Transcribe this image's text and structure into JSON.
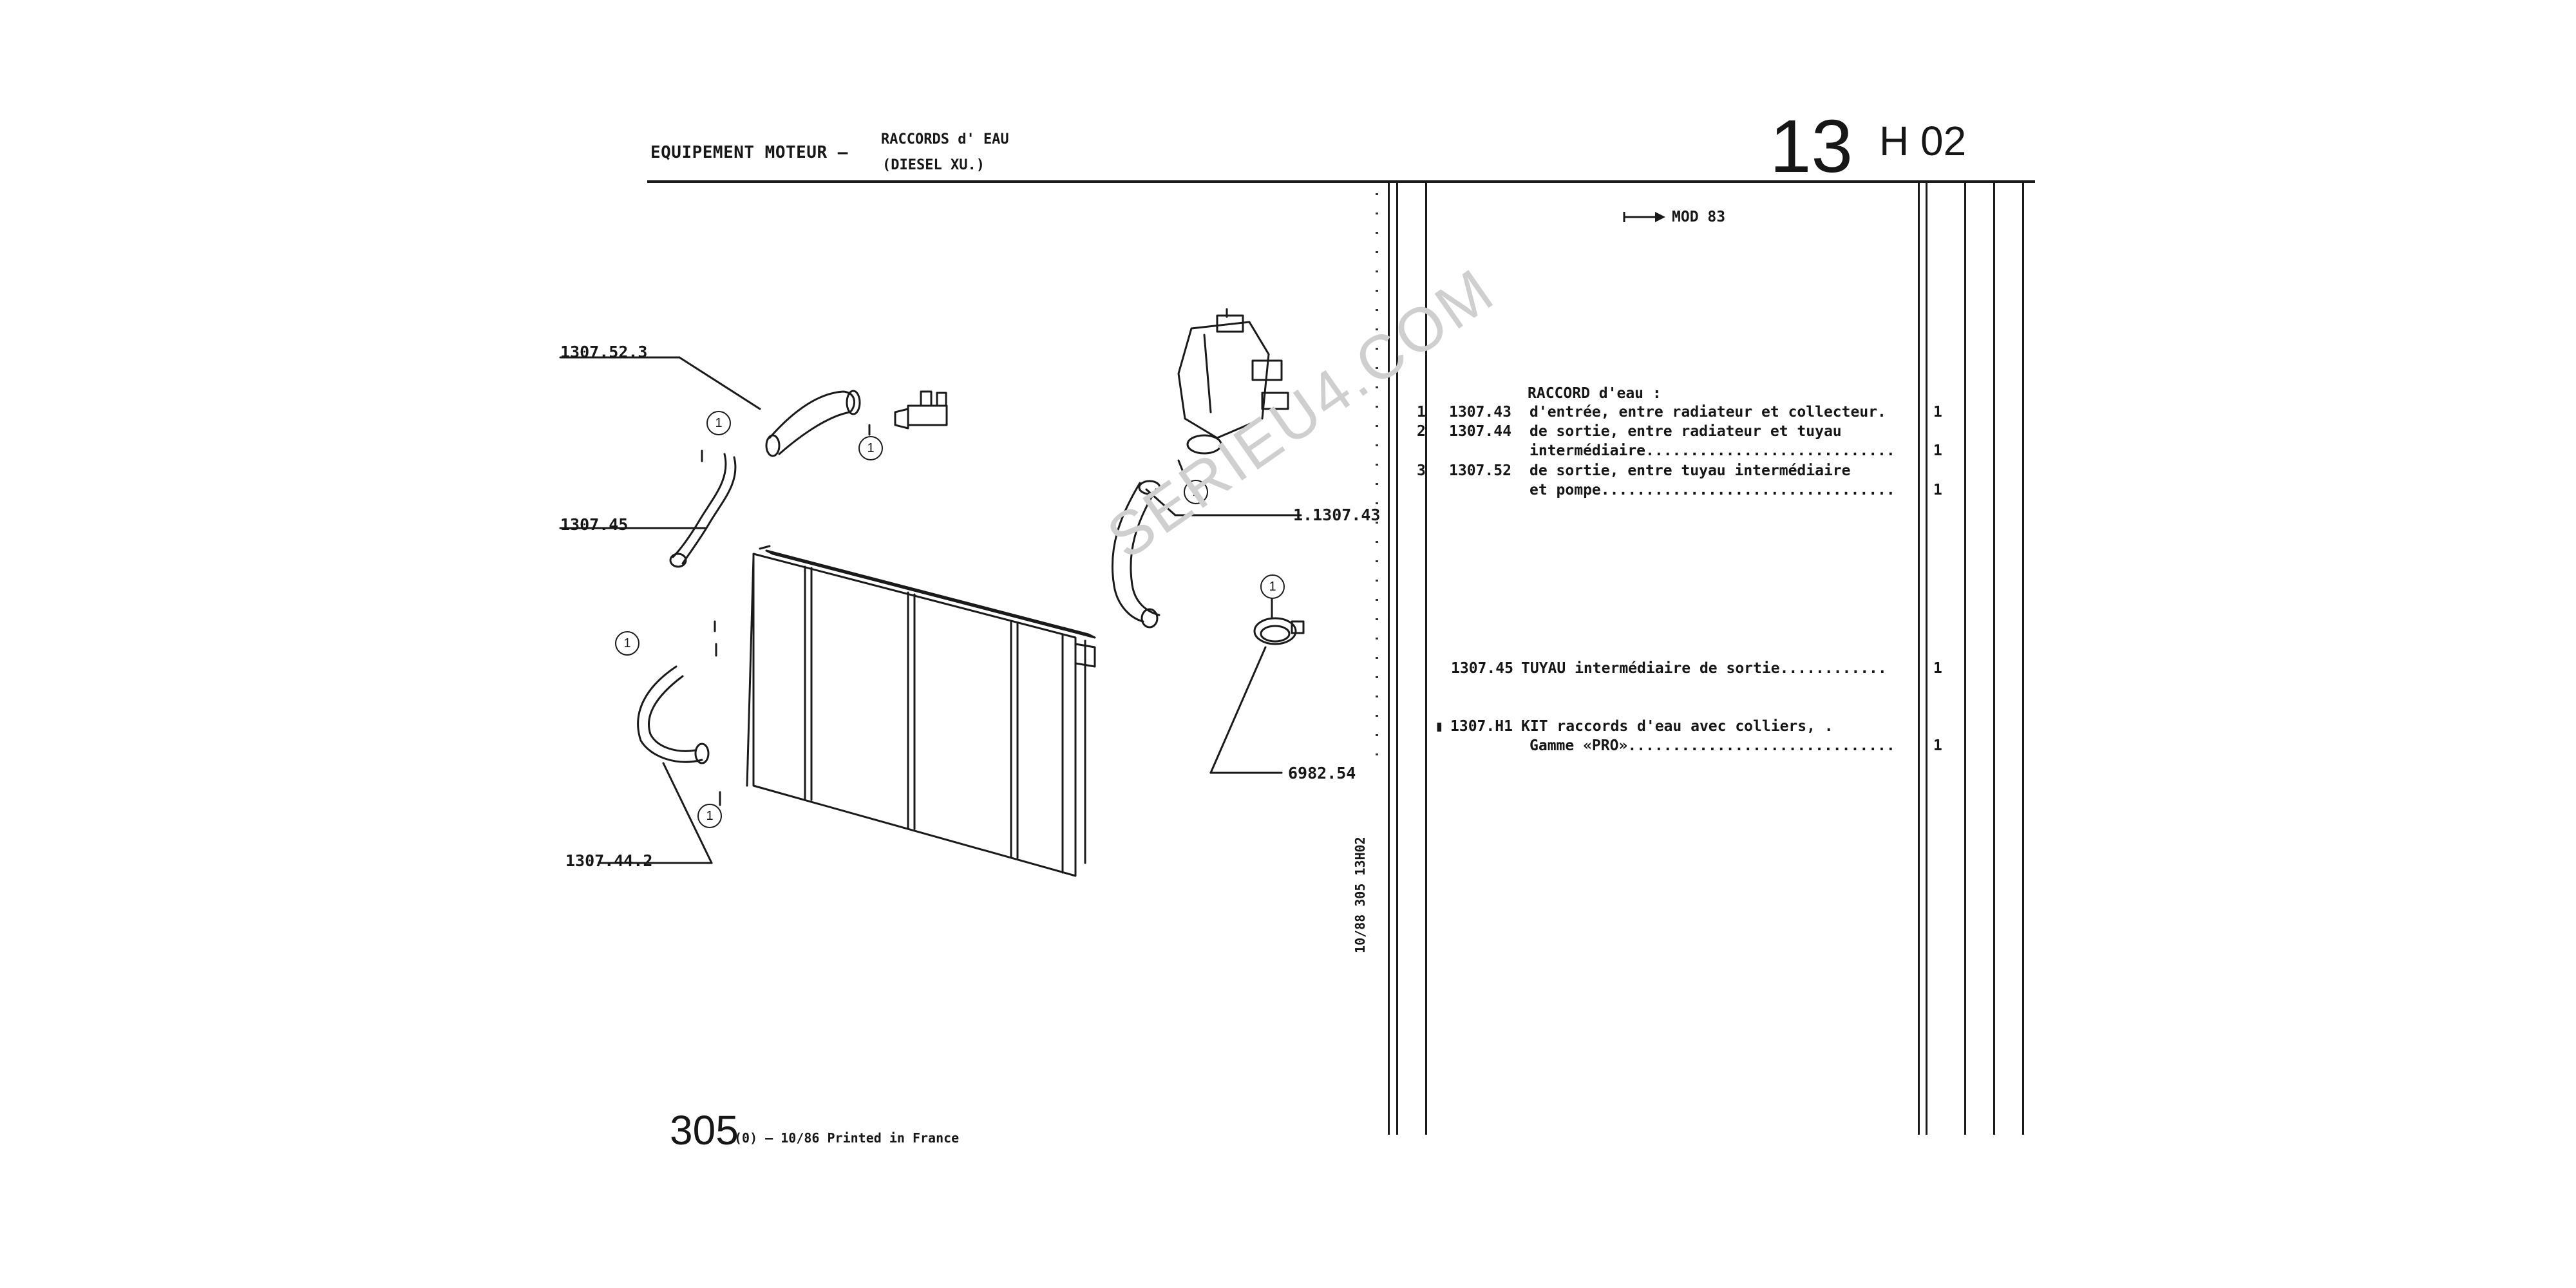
{
  "header": {
    "section": "EQUIPEMENT MOTEUR –",
    "subtitle_line1": "RACCORDS d' EAU",
    "subtitle_line2": "(DIESEL XU.)",
    "page_number": "13",
    "page_code": "H 02"
  },
  "model_note": "MOD 83",
  "parts_list": {
    "group_heading": "RACCORD d'eau :",
    "items": [
      {
        "ref": "1",
        "code": "1307.43",
        "desc1": "d'entrée, entre radiateur et collecteur.",
        "desc2": "",
        "qty": "1"
      },
      {
        "ref": "2",
        "code": "1307.44",
        "desc1": "de sortie, entre radiateur et tuyau",
        "desc2": "intermédiaire............................",
        "qty": "1"
      },
      {
        "ref": "3",
        "code": "1307.52",
        "desc1": "de sortie, entre tuyau intermédiaire",
        "desc2": "et pompe.................................",
        "qty": "1"
      }
    ],
    "tuyau": {
      "code": "1307.45",
      "desc": "TUYAU intermédiaire de sortie............",
      "qty": "1"
    },
    "kit": {
      "marker": "▮",
      "code": "1307.H1",
      "desc1": "KIT raccords d'eau avec colliers, .",
      "desc2": "Gamme «PRO»..............................",
      "qty": "1"
    }
  },
  "diagram": {
    "labels": {
      "p1": "1307.52.3",
      "p2": "1307.45",
      "p3": "1307.44.2",
      "p4": "1.1307.43",
      "p5": "6982.54"
    },
    "callout_text": "1"
  },
  "watermark": "SERIEU4.COM",
  "vertical_code": "10/88 305 13H02",
  "footer": {
    "page": "305",
    "text": "(0) – 10/86 Printed in France"
  }
}
